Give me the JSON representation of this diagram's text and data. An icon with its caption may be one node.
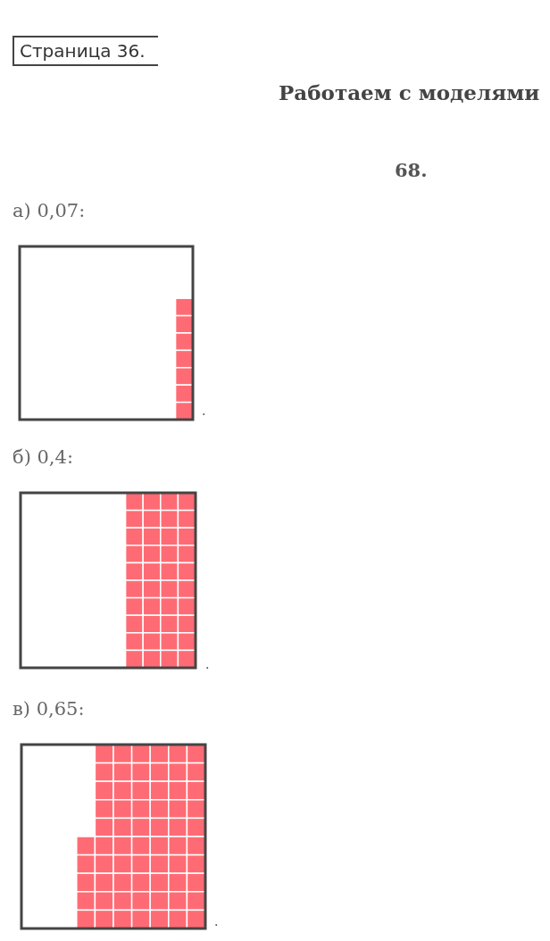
{
  "diagram": {
    "title": "Работаем с моделями",
    "labels": [
      "Страница 36.",
      "68.",
      "а) 0,07:",
      ".",
      "б) 0,4:",
      ".",
      "в) 0,65:",
      "."
    ]
  }
}
